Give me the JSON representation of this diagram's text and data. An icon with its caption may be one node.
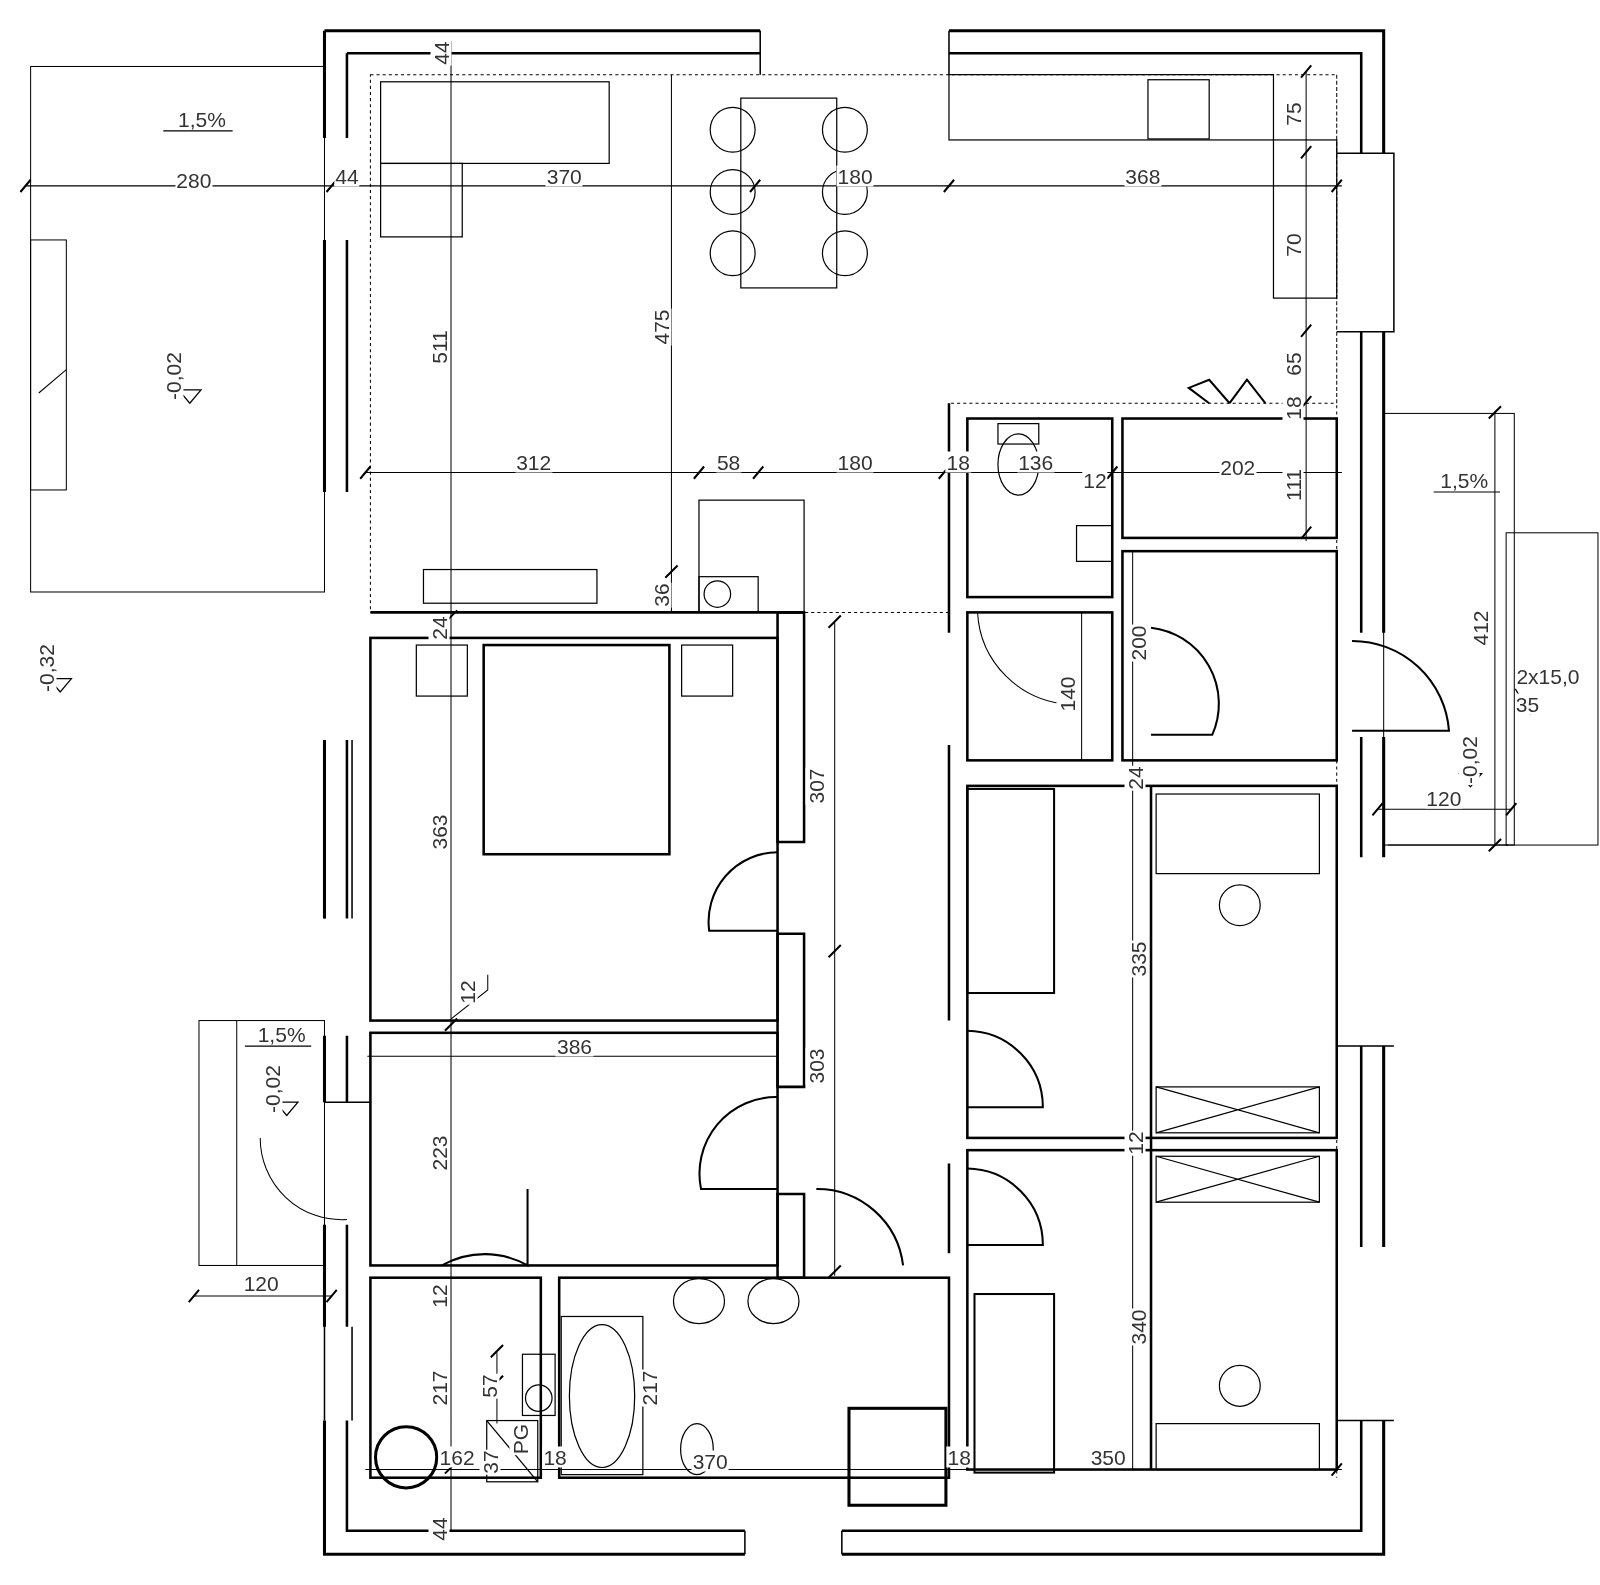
{
  "diagram": {
    "labels": [
      "44",
      "1,5%",
      "75",
      "280",
      "44",
      "370",
      "180",
      "368",
      "70",
      "-0,02",
      "511",
      "475",
      "65",
      "18",
      "312",
      "58",
      "180",
      "18",
      "136",
      "12",
      "202",
      "1,5%",
      "111",
      "36",
      "24",
      "412",
      "-0,32",
      "200",
      "2x15,0",
      "35",
      "140",
      "307",
      "24",
      "-0,02",
      "120",
      "363",
      "335",
      "12",
      "1,5%",
      "386",
      "-0,02",
      "303",
      "12",
      "223",
      "120",
      "12",
      "340",
      "57",
      "217",
      "217",
      "PG",
      "162",
      "37",
      "18",
      "370",
      "18",
      "350",
      "44"
    ]
  }
}
